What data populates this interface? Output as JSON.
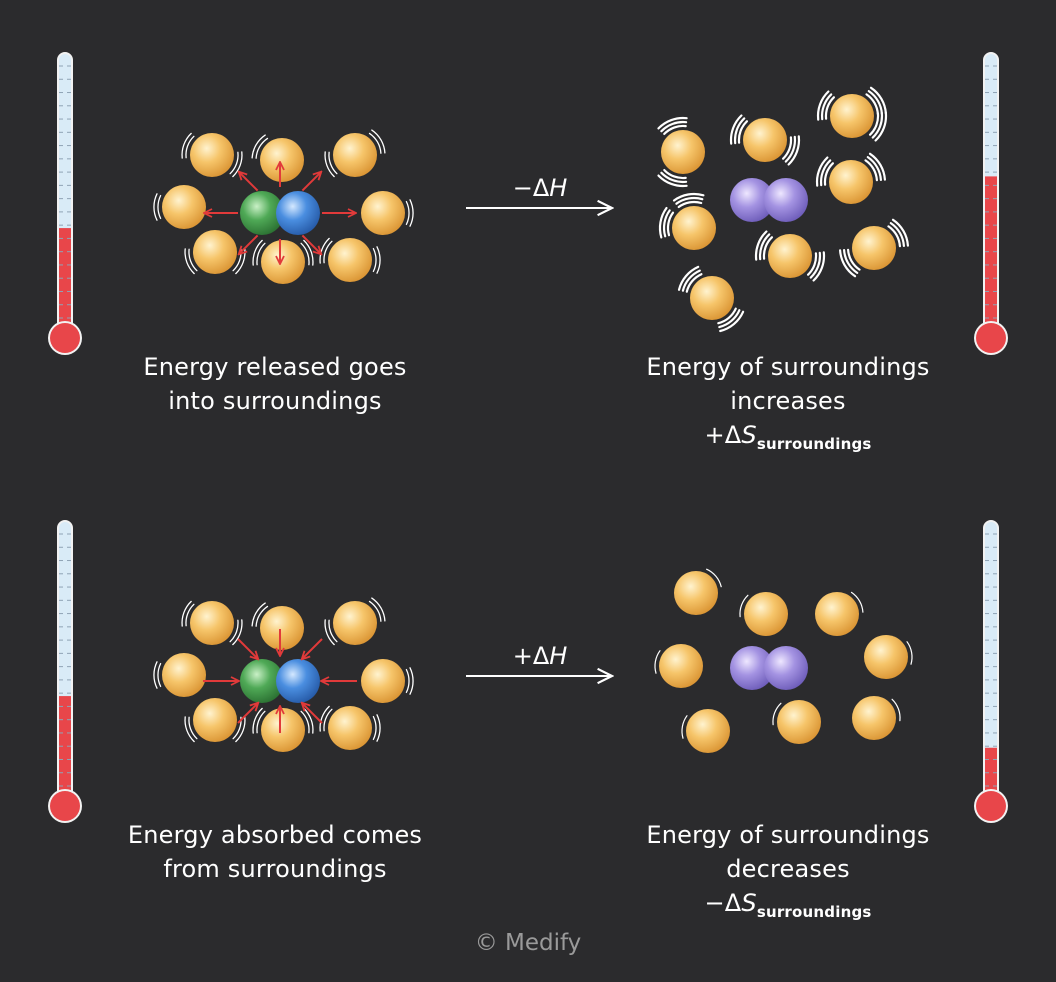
{
  "colors": {
    "background": "#2b2b2d",
    "surroundings_particle": "#f0b95a",
    "reactant_a": "#3f9a48",
    "reactant_b": "#3f86d6",
    "product": "#9a88dc",
    "arrow_red": "#e13a3a",
    "thermo_fill": "#e8464a",
    "thermo_glass": "#d9ebf7"
  },
  "rows": [
    {
      "id": "exothermic",
      "arrow_label": "−ΔH",
      "left_caption": [
        "Energy released goes",
        "into surroundings"
      ],
      "right_caption": [
        "Energy of surroundings",
        "increases"
      ],
      "entropy_sign": "+Δ",
      "entropy_symbol": "S",
      "entropy_subscript": "surroundings",
      "arrow_direction": "outward",
      "surroundings_motion": "high",
      "left_thermometer_level": 0.36,
      "right_thermometer_level": 0.55
    },
    {
      "id": "endothermic",
      "arrow_label": "+ΔH",
      "left_caption": [
        "Energy absorbed comes",
        "from surroundings"
      ],
      "right_caption": [
        "Energy of surroundings",
        "decreases"
      ],
      "entropy_sign": "−Δ",
      "entropy_symbol": "S",
      "entropy_subscript": "surroundings",
      "arrow_direction": "inward",
      "surroundings_motion": "low",
      "left_thermometer_level": 0.36,
      "right_thermometer_level": 0.17
    }
  ],
  "copyright": "© Medify"
}
